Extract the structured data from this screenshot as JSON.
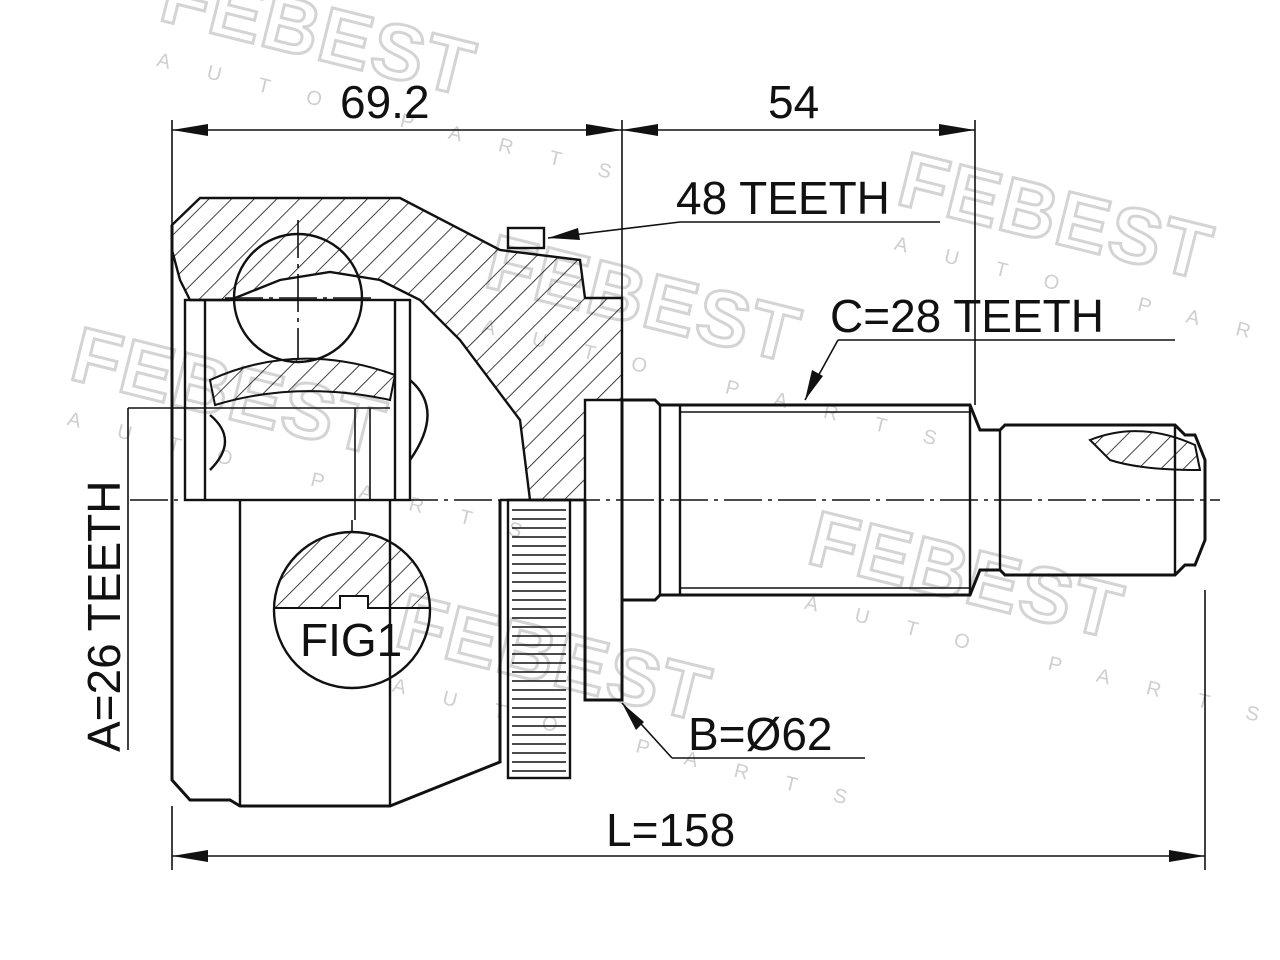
{
  "watermark": {
    "brand": "FEBEST",
    "subtitle": "AUTO PARTS"
  },
  "dimensions": {
    "outer_length": "69.2",
    "shaft_length": "54",
    "total_length": "L=158"
  },
  "labels": {
    "outer_teeth": "48 TEETH",
    "shaft_teeth": "C=28 TEETH",
    "inner_teeth": "A=26 TEETH",
    "diameter": "B=Ø62",
    "figure": "FIG1"
  },
  "colors": {
    "line": "#111111",
    "watermark": "#d4d4d4",
    "background": "#ffffff"
  }
}
